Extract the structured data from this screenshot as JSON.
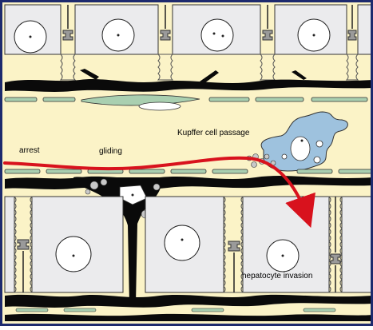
{
  "labels": {
    "arrest": "arrest",
    "gliding": "gliding",
    "kupffer_passage": "Kupffer cell passage",
    "hepatocyte_invasion": "hepatocyte invasion"
  },
  "colors": {
    "frame": "#1d2a6e",
    "hepatocyte": "#ebebed",
    "sinusoid": "#fbf3c7",
    "space_of_disse": "#fbf3c7",
    "endothelium": "#a9cfb0",
    "kupffer_cell": "#9ec2de",
    "black_cell": "#0a0a0a",
    "arrow": "#d8121d",
    "junction": "#555555"
  }
}
